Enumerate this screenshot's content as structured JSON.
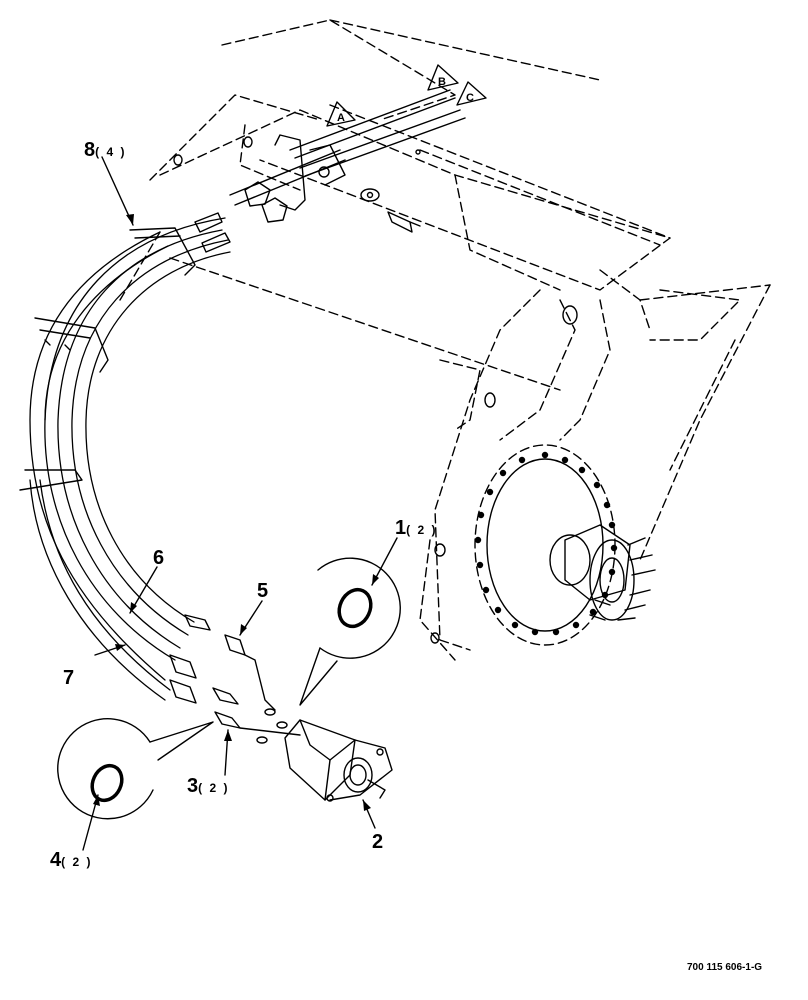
{
  "callouts": [
    {
      "id": "1",
      "number": "1",
      "qty": "( 2 )"
    },
    {
      "id": "2",
      "number": "2",
      "qty": ""
    },
    {
      "id": "3",
      "number": "3",
      "qty": "( 2 )"
    },
    {
      "id": "4",
      "number": "4",
      "qty": "( 2 )"
    },
    {
      "id": "5",
      "number": "5",
      "qty": ""
    },
    {
      "id": "6",
      "number": "6",
      "qty": ""
    },
    {
      "id": "7",
      "number": "7",
      "qty": ""
    },
    {
      "id": "8",
      "number": "8",
      "qty": "( 4 )"
    }
  ],
  "connectors": {
    "a": "A",
    "b": "B",
    "c": "C"
  },
  "figure_id": "700 115 606-1-G"
}
